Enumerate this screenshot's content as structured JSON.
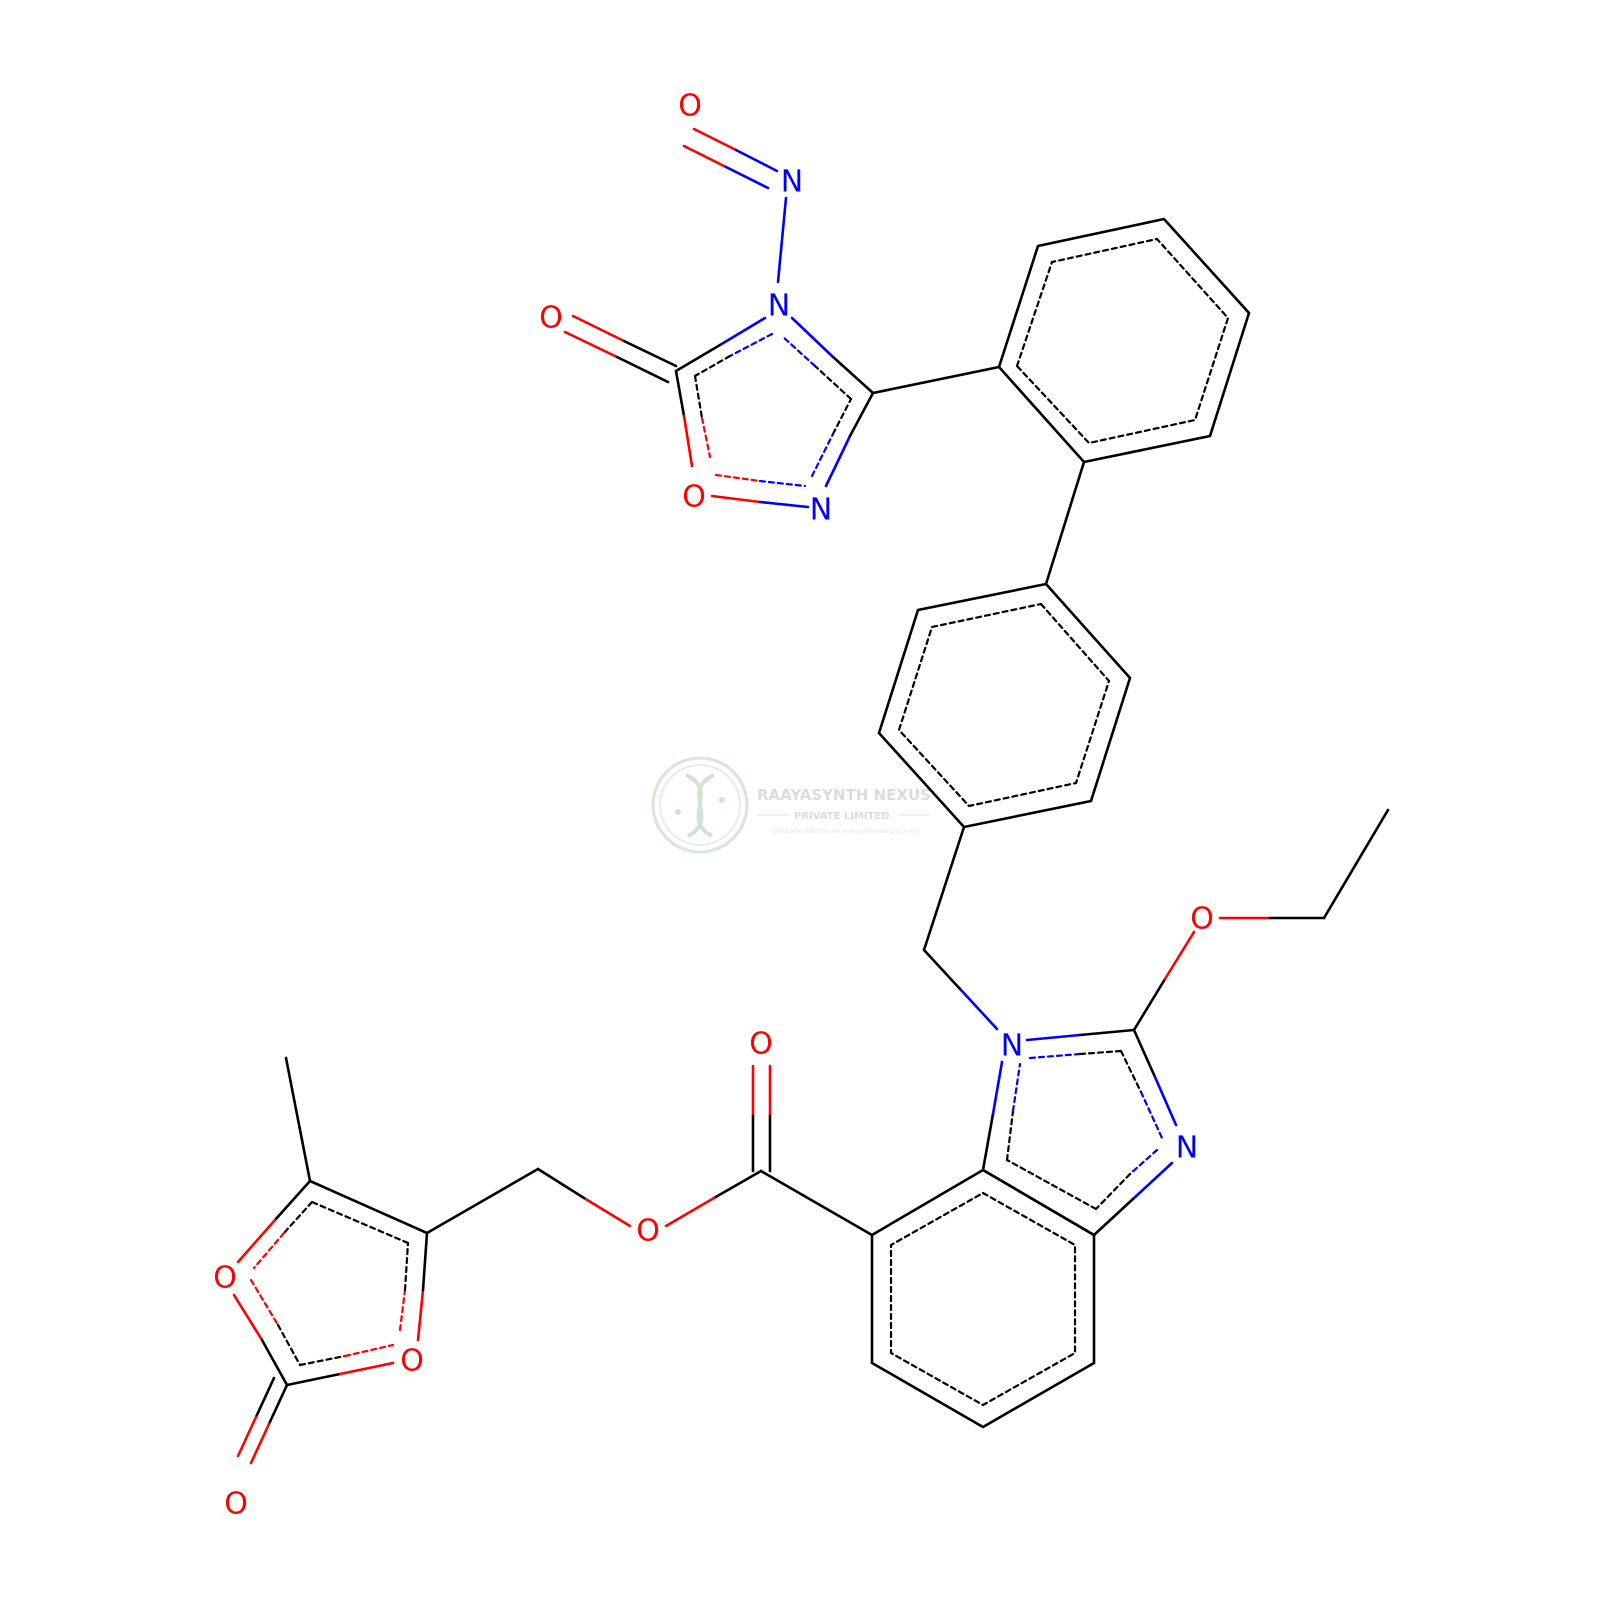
{
  "colors": {
    "carbon": "#000000",
    "nitrogen": "#0000ff",
    "oxygen": "#ff0000",
    "watermark": "#d5d9d5"
  },
  "watermark": {
    "company": "RAAYASYNTH NEXUS",
    "line2": "PRIVATE LIMITED",
    "tagline": "Complete solutions for every molecule's journey"
  },
  "atoms": [
    {
      "id": "O_nitroso",
      "element": "O",
      "label": "O"
    },
    {
      "id": "N_nitroso",
      "element": "N",
      "label": "N"
    },
    {
      "id": "N4_oxadiazole",
      "element": "N",
      "label": "N"
    },
    {
      "id": "O_carbonyl_oxadiazole",
      "element": "O",
      "label": "O"
    },
    {
      "id": "O1_oxadiazole",
      "element": "O",
      "label": "O"
    },
    {
      "id": "N2_oxadiazole",
      "element": "N",
      "label": "N"
    },
    {
      "id": "O_ethoxy",
      "element": "O",
      "label": "O"
    },
    {
      "id": "N1_benzimidazole",
      "element": "N",
      "label": "N"
    },
    {
      "id": "N3_benzimidazole",
      "element": "N",
      "label": "N"
    },
    {
      "id": "O_ester_carbonyl",
      "element": "O",
      "label": "O"
    },
    {
      "id": "O_ester",
      "element": "O",
      "label": "O"
    },
    {
      "id": "O_dioxolone_ring_a",
      "element": "O",
      "label": "O"
    },
    {
      "id": "O_dioxolone_ring_b",
      "element": "O",
      "label": "O"
    },
    {
      "id": "O_dioxolone_carbonyl",
      "element": "O",
      "label": "O"
    }
  ]
}
